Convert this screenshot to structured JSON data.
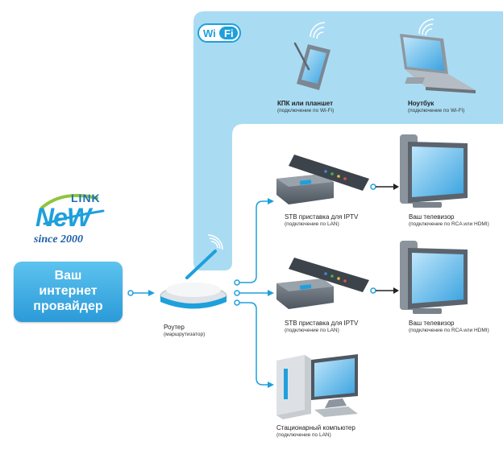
{
  "wifi_badge": "Wi Fi",
  "provider": {
    "line1": "Ваш",
    "line2": "интернет",
    "line3": "провайдер"
  },
  "logo": {
    "link": "LINK",
    "new": "NeW",
    "since": "since 2000"
  },
  "devices": {
    "pda": {
      "title": "КПК или планшет",
      "sub": "(подключение по Wi-Fi)"
    },
    "laptop": {
      "title": "Ноутбук",
      "sub": "(подключение по Wi-Fi)"
    },
    "router": {
      "title": "Роутер",
      "sub": "(маршрутизатор)"
    },
    "stb1": {
      "title": "STB приставка для IPTV",
      "sub": "(подключение по LAN)"
    },
    "tv1": {
      "title": "Ваш телевизор",
      "sub": "(подключение по RCA или HDMI)"
    },
    "stb2": {
      "title": "STB приставка для IPTV",
      "sub": "(подключение по LAN)"
    },
    "tv2": {
      "title": "Ваш телевизор",
      "sub": "(подключение по RCA или HDMI)"
    },
    "pc": {
      "title": "Стационарный компьютер",
      "sub": "(подключение по LAN)"
    }
  },
  "colors": {
    "wifi_zone": "#a9dcf3",
    "accent": "#1ea0dc",
    "device_gray": "#6b7480"
  }
}
